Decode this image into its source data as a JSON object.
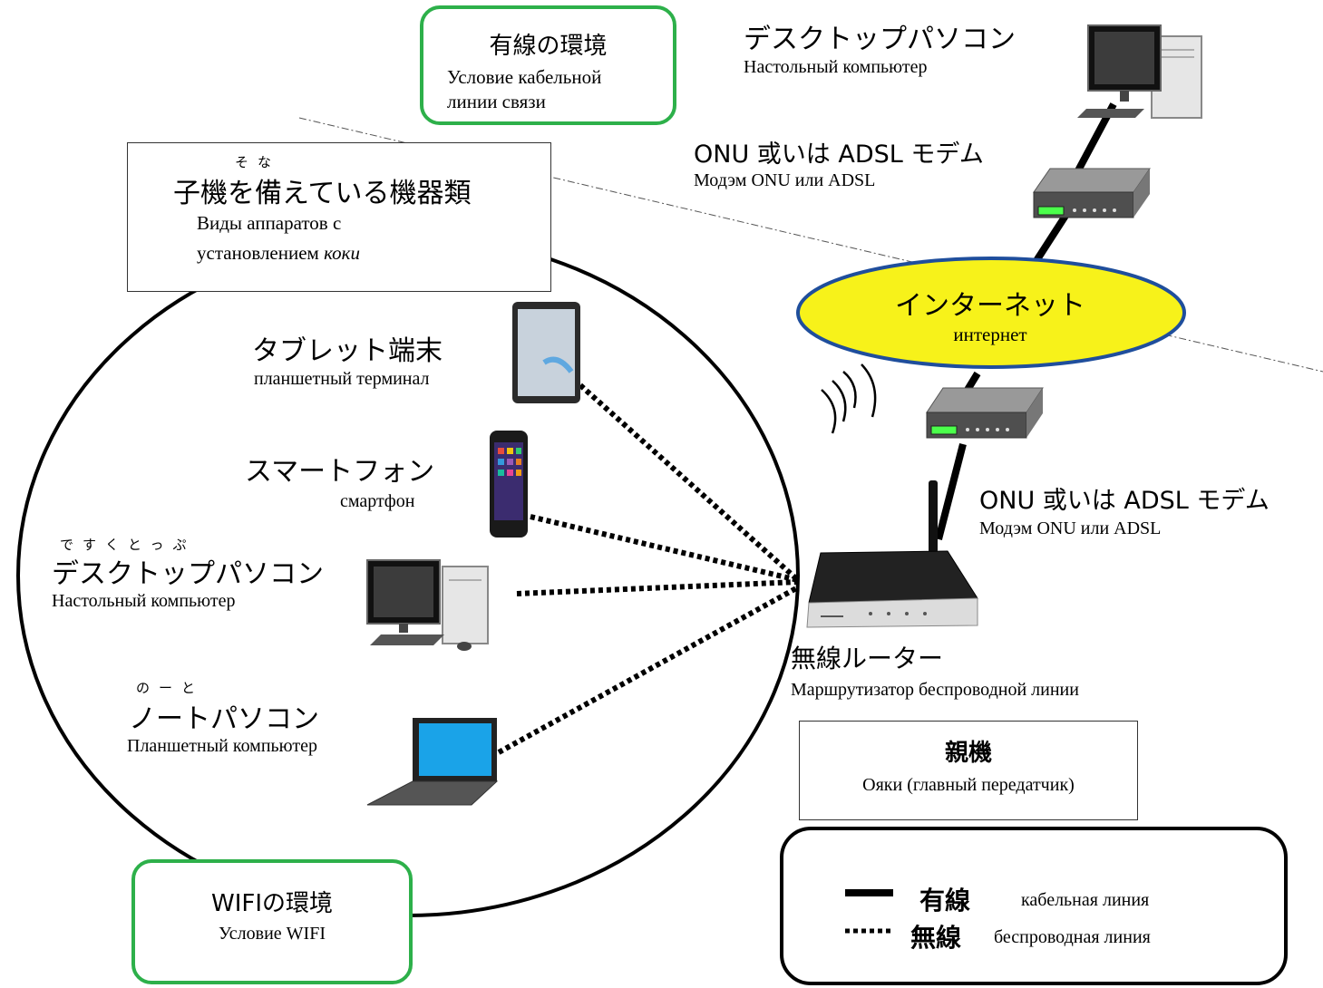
{
  "wired_env": {
    "title": "有線の環境",
    "sub1": "Условие кабельной",
    "sub2": "линии связи"
  },
  "wifi_env": {
    "title": "WIFIの環境",
    "sub": "Условие WIFI"
  },
  "child_devices": {
    "ruby": "そな",
    "title": "子機を備えている機器類",
    "sub1": "Виды аппаратов с",
    "sub2_plain": "установлением ",
    "sub2_italic": "коки"
  },
  "desktop_top": {
    "title": "デスクトップパソコン",
    "sub": "Настольный компьютер"
  },
  "modem_top": {
    "title": "ONU 或いは ADSL モデム",
    "sub": "Модэм ONU или ADSL"
  },
  "internet": {
    "title": "インターネット",
    "sub": "интернет"
  },
  "modem_bottom": {
    "title": "ONU 或いは ADSL モデム",
    "sub": "Модэм ONU или ADSL"
  },
  "tablet": {
    "title": "タブレット端末",
    "sub": "планшетный терминал"
  },
  "smartphone": {
    "title": "スマートフォン",
    "sub": "смартфон"
  },
  "desktop_wifi": {
    "ruby": "ですくとっぷ",
    "title": "デスクトップパソコン",
    "sub": "Настольный компьютер"
  },
  "notebook": {
    "ruby": "のーと",
    "title": "ノートパソコン",
    "sub": "Планшетный компьютер"
  },
  "router": {
    "title": "無線ルーター",
    "sub": "Маршрутизатор беспроводной линии"
  },
  "parent": {
    "title": "親機",
    "sub": "Ояки (главный передатчик)"
  },
  "legend": {
    "wired_jp": "有線",
    "wired_ru": "кабельная линия",
    "wireless_jp": "無線",
    "wireless_ru": "беспроводная линия"
  },
  "colors": {
    "env_border": "#2db04a",
    "internet_fill": "#f7f21a",
    "internet_border": "#1f4e9c"
  }
}
